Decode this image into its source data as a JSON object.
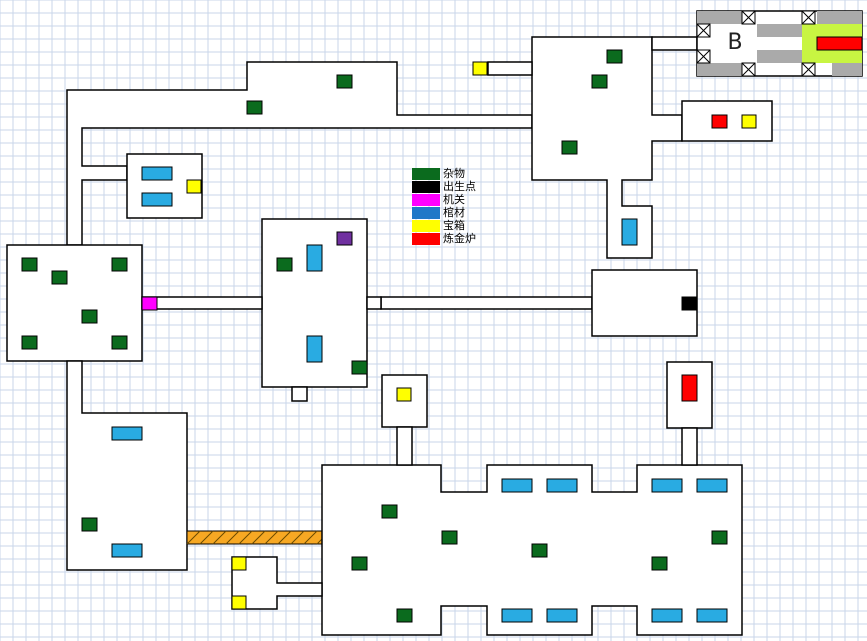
{
  "legend": {
    "items": [
      {
        "label": "杂物",
        "color": "#0b6b1e"
      },
      {
        "label": "出生点",
        "color": "#000000"
      },
      {
        "label": "机关",
        "color": "#ff00ff"
      },
      {
        "label": "棺材",
        "color": "#1f78c8"
      },
      {
        "label": "宝箱",
        "color": "#ffff00"
      },
      {
        "label": "炼金炉",
        "color": "#ff0000"
      }
    ]
  },
  "boss_label": "B",
  "colors": {
    "grid": "#c8d6ea",
    "wall": "#000000",
    "junk": "#0b6b1e",
    "spawn": "#000000",
    "trap": "#ff00ff",
    "coffin": "#29abe2",
    "chest": "#ffff00",
    "furnace": "#ff0000",
    "purple": "#7030a0",
    "bridge": "#f7a823",
    "boss_floor": "#c8f542",
    "boss_wall": "#aaaaaa"
  }
}
